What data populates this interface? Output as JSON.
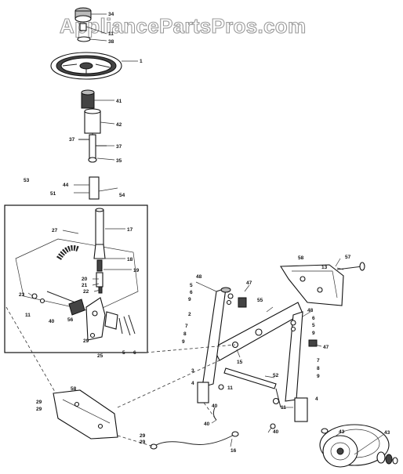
{
  "watermark": "AppliancePartsPros.com",
  "callouts": [
    {
      "id": "c34a",
      "text": "34"
    },
    {
      "id": "c11a",
      "text": "11"
    },
    {
      "id": "c38",
      "text": "38"
    },
    {
      "id": "c1",
      "text": "1"
    },
    {
      "id": "c41",
      "text": "41"
    },
    {
      "id": "c42",
      "text": "42"
    },
    {
      "id": "c37a",
      "text": "37"
    },
    {
      "id": "c37b",
      "text": "37"
    },
    {
      "id": "c35",
      "text": "35"
    },
    {
      "id": "c44",
      "text": "44"
    },
    {
      "id": "c51",
      "text": "51"
    },
    {
      "id": "c54",
      "text": "54"
    },
    {
      "id": "c53",
      "text": "53"
    },
    {
      "id": "c27",
      "text": "27"
    },
    {
      "id": "c17",
      "text": "17"
    },
    {
      "id": "c18",
      "text": "18"
    },
    {
      "id": "c19",
      "text": "19"
    },
    {
      "id": "c20",
      "text": "20"
    },
    {
      "id": "c21",
      "text": "21"
    },
    {
      "id": "c22",
      "text": "22"
    },
    {
      "id": "c23",
      "text": "23"
    },
    {
      "id": "c11b",
      "text": "11"
    },
    {
      "id": "c40a",
      "text": "40"
    },
    {
      "id": "c56",
      "text": "56"
    },
    {
      "id": "c29a",
      "text": "29"
    },
    {
      "id": "c25",
      "text": "25"
    },
    {
      "id": "c5a",
      "text": "5"
    },
    {
      "id": "c6a",
      "text": "6"
    },
    {
      "id": "c58a",
      "text": "58"
    },
    {
      "id": "c13",
      "text": "13"
    },
    {
      "id": "c57",
      "text": "57"
    },
    {
      "id": "c48a",
      "text": "48"
    },
    {
      "id": "c5b",
      "text": "5"
    },
    {
      "id": "c6b",
      "text": "6"
    },
    {
      "id": "c9a",
      "text": "9"
    },
    {
      "id": "c47a",
      "text": "47"
    },
    {
      "id": "c55",
      "text": "55"
    },
    {
      "id": "c2",
      "text": "2"
    },
    {
      "id": "c7a",
      "text": "7"
    },
    {
      "id": "c8a",
      "text": "8"
    },
    {
      "id": "c9b",
      "text": "9"
    },
    {
      "id": "c48b",
      "text": "48"
    },
    {
      "id": "c6c",
      "text": "6"
    },
    {
      "id": "c5c",
      "text": "5"
    },
    {
      "id": "c9c",
      "text": "9"
    },
    {
      "id": "c47b",
      "text": "47"
    },
    {
      "id": "c15",
      "text": "15"
    },
    {
      "id": "c7b",
      "text": "7"
    },
    {
      "id": "c8b",
      "text": "8"
    },
    {
      "id": "c9d",
      "text": "9"
    },
    {
      "id": "c3",
      "text": "3"
    },
    {
      "id": "c4",
      "text": "4"
    },
    {
      "id": "c52",
      "text": "52"
    },
    {
      "id": "c40b",
      "text": "40"
    },
    {
      "id": "c11c",
      "text": "11"
    },
    {
      "id": "c11d",
      "text": "11"
    },
    {
      "id": "c40c",
      "text": "40"
    },
    {
      "id": "c40d",
      "text": "40"
    },
    {
      "id": "c58b",
      "text": "58"
    },
    {
      "id": "c29b",
      "text": "29"
    },
    {
      "id": "c29c",
      "text": "29"
    },
    {
      "id": "c29d",
      "text": "29"
    },
    {
      "id": "c29e",
      "text": "29"
    },
    {
      "id": "c16",
      "text": "16"
    },
    {
      "id": "c43a",
      "text": "43"
    },
    {
      "id": "c43b",
      "text": "43"
    },
    {
      "id": "c4b",
      "text": "4"
    }
  ]
}
